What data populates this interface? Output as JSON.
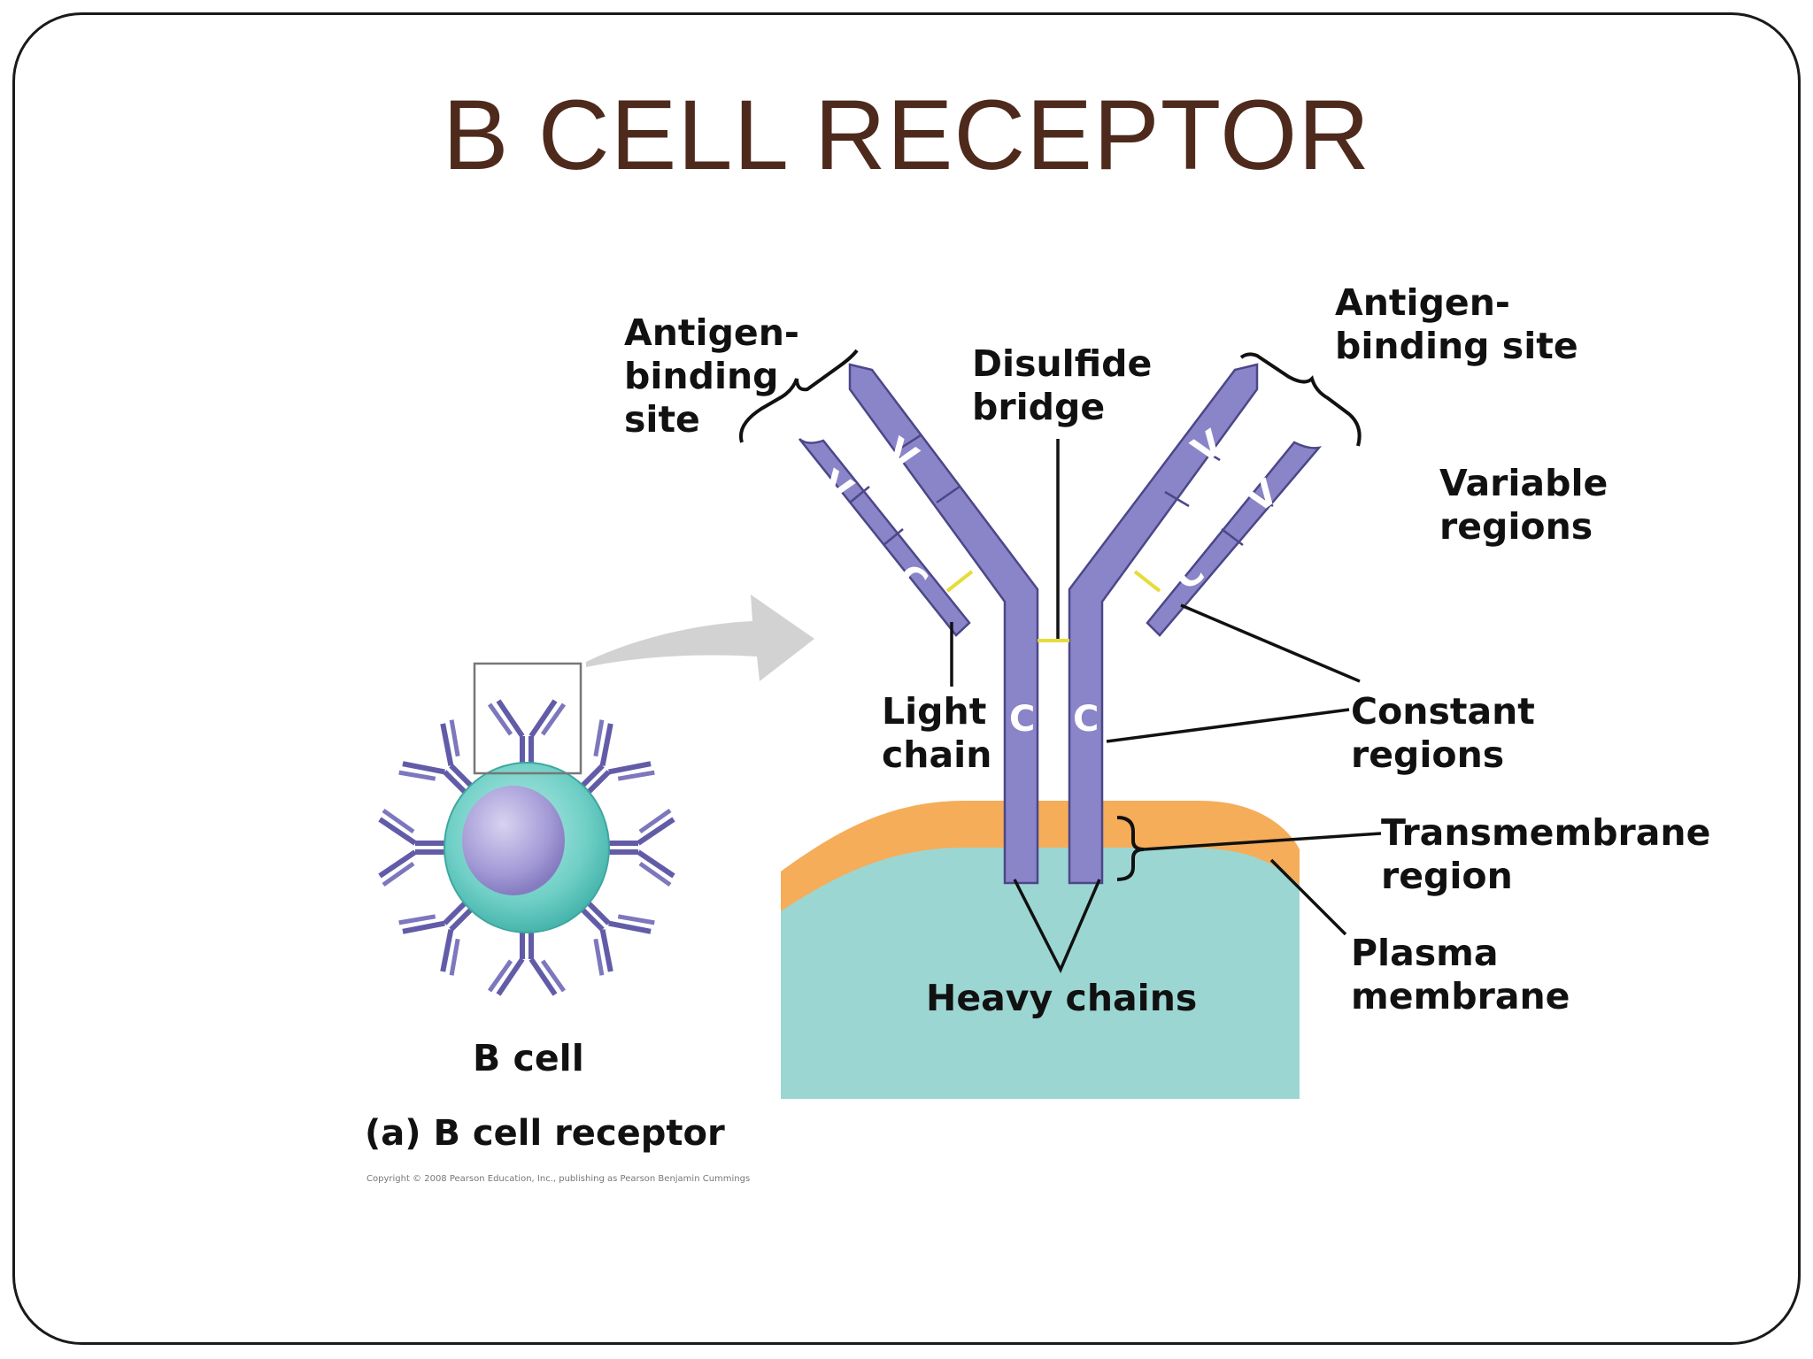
{
  "title": "B CELL RECEPTOR",
  "labels": {
    "antigen_left": "Antigen-\nbinding\nsite",
    "disulfide": "Disulfide\nbridge",
    "antigen_right": "Antigen-\nbinding site",
    "variable": "Variable\nregions",
    "light_chain": "Light\nchain",
    "constant": "Constant\nregions",
    "transmembrane": "Transmembrane\nregion",
    "plasma": "Plasma\nmembrane",
    "heavy": "Heavy chains",
    "b_cell": "B cell"
  },
  "chain_letters": {
    "variable": "V",
    "constant": "C"
  },
  "caption": "(a) B cell receptor",
  "copyright": "Copyright © 2008 Pearson Education, Inc., publishing as Pearson Benjamin Cummings",
  "colors": {
    "chain": "#8a84c8",
    "chain_border": "#4c4788",
    "disulfide": "#e6dc3a",
    "membrane": "#f5ad5a",
    "cytoplasm": "#9cd6d3",
    "cell_body": "#6fcfc6",
    "nucleus": "#a39ad6",
    "arrow": "#d2d2d2",
    "title": "#4e2a1c"
  }
}
